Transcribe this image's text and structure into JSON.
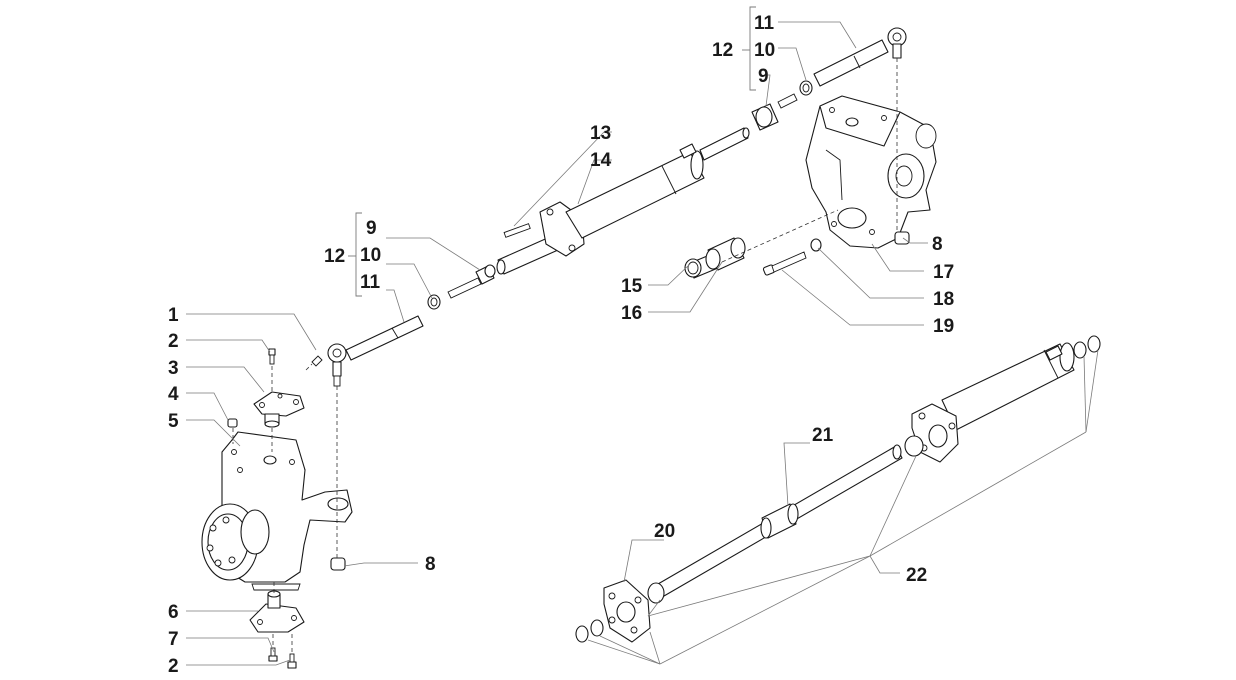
{
  "callouts": {
    "c1": "1",
    "c2a": "2",
    "c3": "3",
    "c4": "4",
    "c5": "5",
    "c6": "6",
    "c7": "7",
    "c2b": "2",
    "c8a": "8",
    "c9a": "9",
    "c10a": "10",
    "c11a": "11",
    "c12a": "12",
    "c13": "13",
    "c14": "14",
    "c11b": "11",
    "c10b": "10",
    "c9b": "9",
    "c12b": "12",
    "c15": "15",
    "c16": "16",
    "c17": "17",
    "c8b": "8",
    "c18": "18",
    "c19": "19",
    "c20": "20",
    "c21": "21",
    "c22": "22"
  }
}
